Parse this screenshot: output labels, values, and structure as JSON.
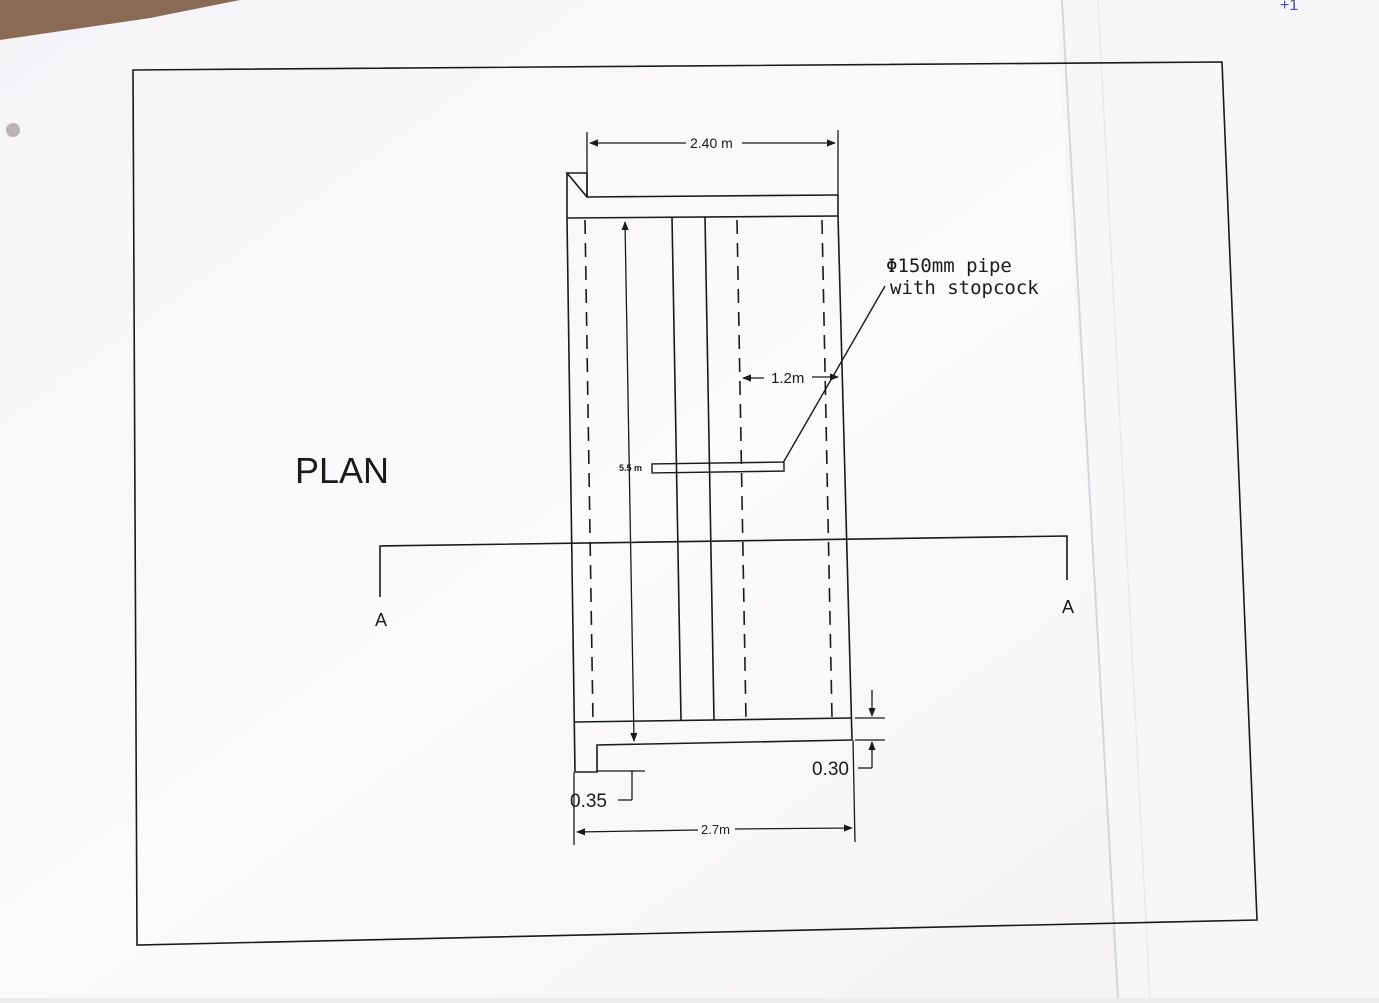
{
  "drawing": {
    "view_title": "PLAN",
    "section_marker_left": "A",
    "section_marker_right": "A",
    "corner_mark": "+1"
  },
  "dimensions": {
    "top_width": "2.40 m",
    "bottom_width": "2.7m",
    "inner_spacing": "1.2m",
    "length": "5.5 m",
    "wall_bottom_left": "0.35",
    "wall_bottom_right": "0.30"
  },
  "callout": {
    "line1": "Φ150mm pipe",
    "line2": "with stopcock"
  },
  "colors": {
    "paper": "#fbfafc",
    "paper_shadow": "#e3e0e4",
    "ink": "#1a1a1a",
    "background": "#ebe7ea"
  }
}
